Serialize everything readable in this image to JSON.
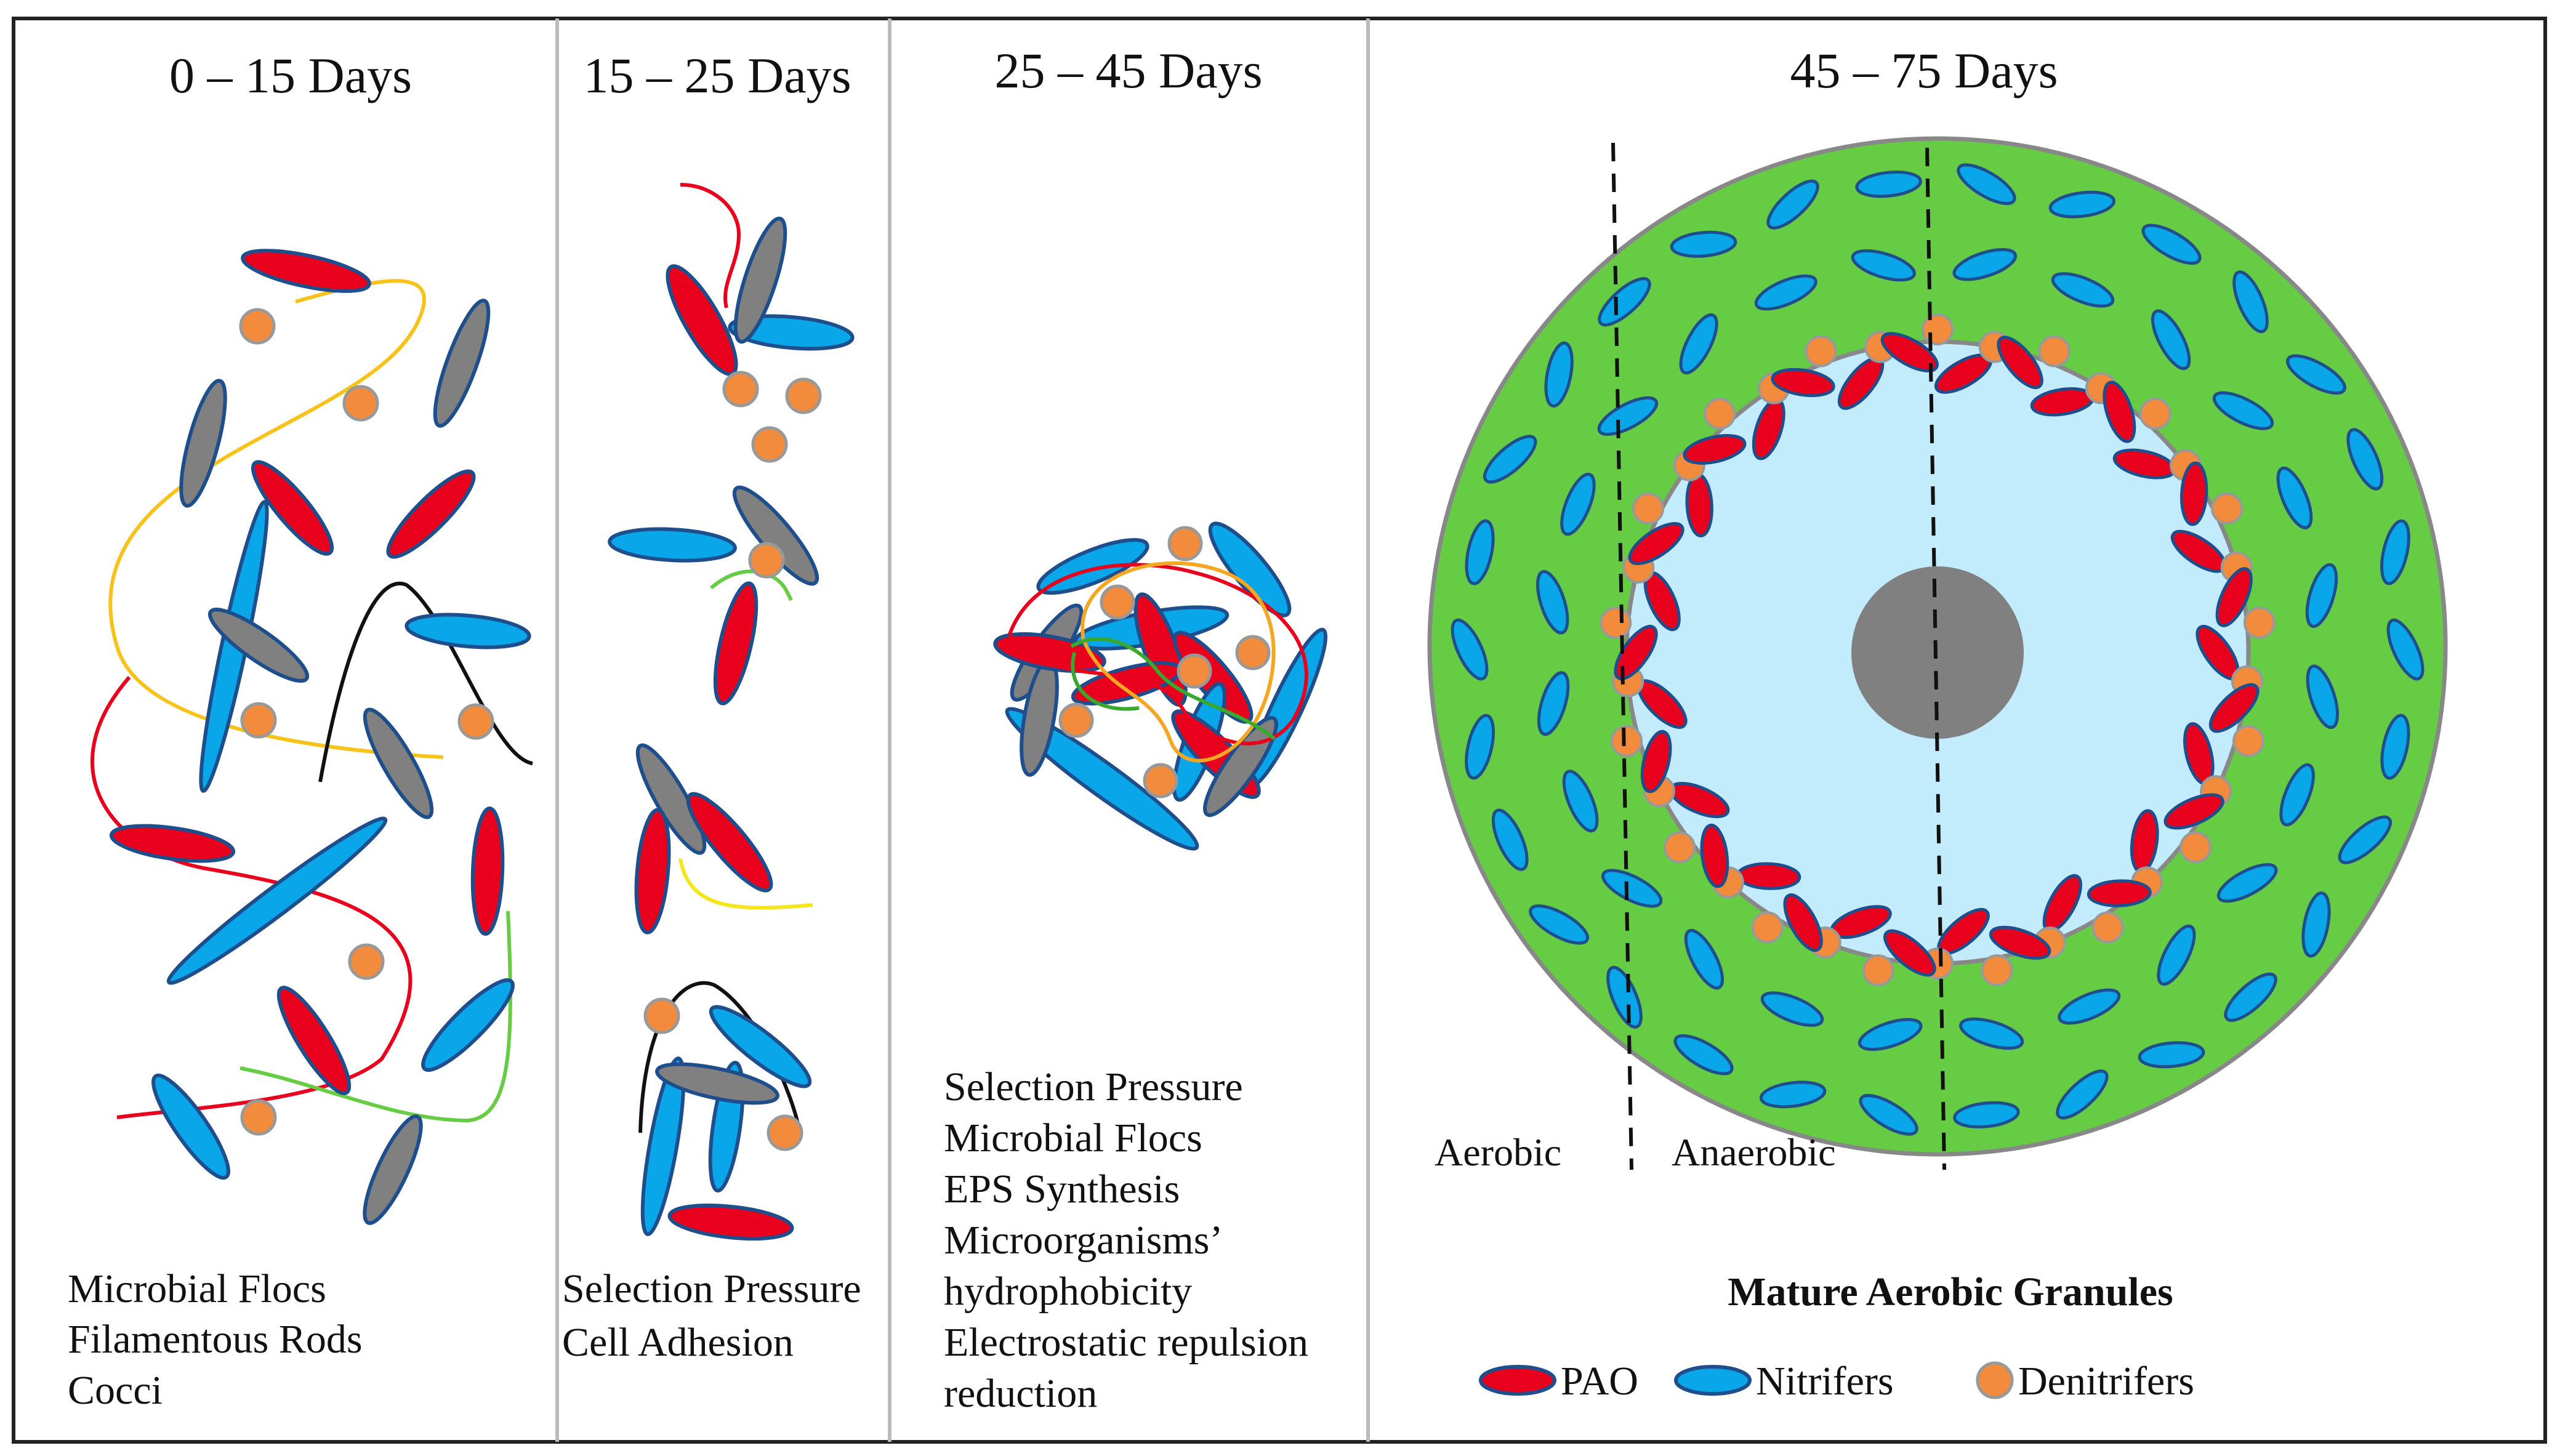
{
  "colors": {
    "pao_fill": "#e8001c",
    "nitrifier_fill": "#0aa6ea",
    "rod_fill": "#808080",
    "denitrifier_fill": "#f28c3c",
    "outline": "#1f4e8c",
    "outer_layer": "#66cc44",
    "inner_core": "#c2ecfc",
    "center": "#808080"
  },
  "panels": [
    {
      "title": "0 – 15 Days",
      "labels": [
        "Microbial Flocs",
        "Filamentous Rods",
        "Cocci"
      ]
    },
    {
      "title": "15 – 25 Days",
      "labels": [
        "Selection Pressure",
        "Cell Adhesion"
      ]
    },
    {
      "title": "25 – 45 Days",
      "labels": [
        "Selection Pressure",
        "Microbial Flocs",
        "EPS Synthesis",
        "Microorganisms’",
        "hydrophobicity",
        "Electrostatic repulsion",
        "reduction"
      ]
    },
    {
      "title": "45 – 75 Days",
      "zones": {
        "aerobic": "Aerobic",
        "anaerobic": "Anaerobic"
      },
      "caption": "Mature Aerobic Granules",
      "legend": [
        {
          "label": "PAO",
          "icon": "pao-ellipse-icon"
        },
        {
          "label": "Nitrifers",
          "icon": "nitrifier-ellipse-icon"
        },
        {
          "label": "Denitrifers",
          "icon": "denitrifier-circle-icon"
        }
      ]
    }
  ]
}
